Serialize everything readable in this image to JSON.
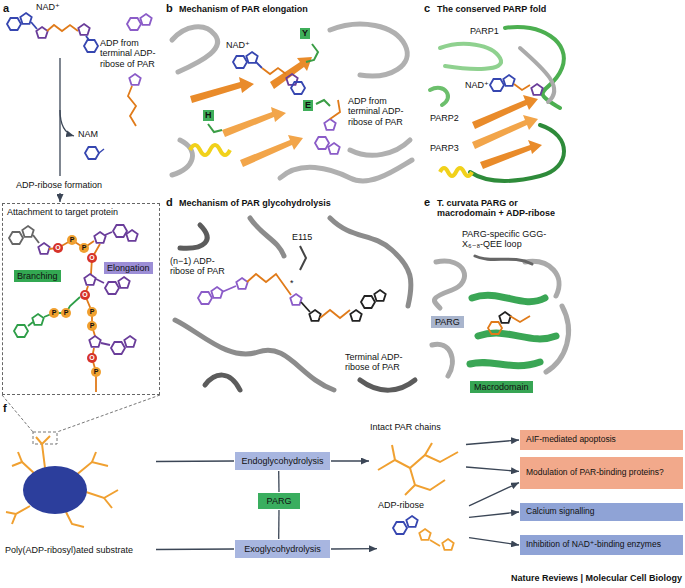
{
  "diagram": {
    "nodes": [
      {
        "text": [
          "Attachment to target protein"
        ]
      },
      {
        "text": [
          "Branching"
        ],
        "in": 0
      },
      {
        "text": [
          "Elongation"
        ],
        "in": 0
      },
      {
        "text": [
          "Y"
        ]
      },
      {
        "text": [
          "H"
        ]
      },
      {
        "text": [
          "E"
        ]
      },
      {
        "text": [
          "PARG"
        ]
      },
      {
        "text": [
          "Macrodomain"
        ]
      },
      {
        "text": [
          "Poly(ADP-ribosyl)ated substrate"
        ]
      },
      {
        "text": [
          "Endoglycohydrolysis"
        ]
      },
      {
        "text": [
          "PARG"
        ]
      },
      {
        "text": [
          "Exoglycohydrolysis"
        ]
      },
      {
        "text": [
          "Intact PAR chains"
        ]
      },
      {
        "text": [
          "ADP-ribose"
        ]
      },
      {
        "text": [
          "AIF-mediated apoptosis"
        ]
      },
      {
        "text": [
          "Modulation of PAR-binding proteins?"
        ]
      },
      {
        "text": [
          "Calcium signalling"
        ]
      },
      {
        "text": [
          "Inhibition of NAD⁺-binding enzymes"
        ]
      }
    ],
    "edges": [
      {
        "from": 8,
        "to": 9,
        "arrow": "none"
      },
      {
        "from": 9,
        "to": 12,
        "arrow": "to"
      },
      {
        "from": 8,
        "to": 11,
        "arrow": "none"
      },
      {
        "from": 11,
        "to": 13,
        "arrow": "to"
      },
      {
        "from": 10,
        "to": 9,
        "arrow": "none"
      },
      {
        "from": 10,
        "to": 11,
        "arrow": "none"
      },
      {
        "from": 12,
        "to": 14,
        "arrow": "to"
      },
      {
        "from": 12,
        "to": 15,
        "arrow": "to"
      },
      {
        "from": 13,
        "to": 15,
        "arrow": "to"
      },
      {
        "from": 13,
        "to": 16,
        "arrow": "to"
      },
      {
        "from": 13,
        "to": 17,
        "arrow": "to"
      }
    ],
    "labels": [
      "a",
      "NAD⁺",
      "ADP from terminal ADP-ribose of PAR",
      "NAM",
      "ADP-ribose formation",
      "O",
      "P",
      "P",
      "O",
      "O",
      "P",
      "P",
      "P",
      "P",
      "O",
      "P",
      "b",
      "Mechanism of PAR elongation",
      "NAD⁺",
      "ADP from terminal ADP-ribose of PAR",
      "c",
      "The conserved PARP fold",
      "PARP1",
      "NAD⁺",
      "PARP2",
      "PARP3",
      "d",
      "Mechanism of PAR glycohydrolysis",
      "(n−1) ADP-ribose of PAR",
      "E115",
      "*",
      "Terminal ADP-ribose of PAR",
      "e",
      "T. curvata PARG or macrodomain + ADP-ribose",
      "PARG-specific GGG-X₆₋₈-QEE loop",
      "f",
      "Nature Reviews | Molecular Cell Biology"
    ]
  }
}
